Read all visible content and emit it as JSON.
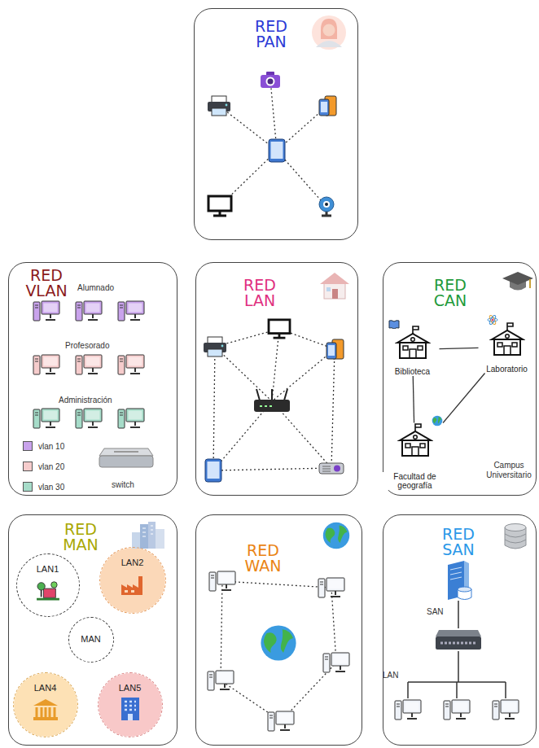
{
  "diagram": {
    "nodes": [
      {
        "text": [
          "RED PAN"
        ]
      },
      {
        "text": [
          "RED VLAN"
        ]
      },
      {
        "text": [
          "RED LAN"
        ]
      },
      {
        "text": [
          "RED CAN"
        ]
      },
      {
        "text": [
          "Biblioteca"
        ],
        "in": 3
      },
      {
        "text": [
          "Laboratorio"
        ],
        "in": 3
      },
      {
        "text": [
          "Facultad de geografía"
        ],
        "in": 3
      },
      {
        "text": [
          "RED MAN"
        ]
      },
      {
        "text": [
          "LAN1"
        ],
        "in": 7
      },
      {
        "text": [
          "LAN2"
        ],
        "in": 7
      },
      {
        "text": [
          "MAN"
        ],
        "in": 7
      },
      {
        "text": [
          "LAN4"
        ],
        "in": 7
      },
      {
        "text": [
          "LAN5"
        ],
        "in": 7
      },
      {
        "text": [
          "RED WAN"
        ]
      },
      {
        "text": [
          "RED SAN"
        ]
      }
    ],
    "edges": [
      {
        "from": 4,
        "to": 5,
        "arrow": "none"
      },
      {
        "from": 4,
        "to": 6,
        "arrow": "none"
      },
      {
        "from": 5,
        "to": 6,
        "arrow": "none"
      }
    ],
    "labels": [
      "Alumnado",
      "Profesorado",
      "Administración",
      "switch",
      "Campus Universitario",
      "SAN",
      "LAN"
    ],
    "legend": [
      {
        "text": "vlan 10",
        "color": "#c9a3ec"
      },
      {
        "text": "vlan 20",
        "color": "#f6cccc"
      },
      {
        "text": "vlan 30",
        "color": "#a6dcc9"
      }
    ]
  }
}
